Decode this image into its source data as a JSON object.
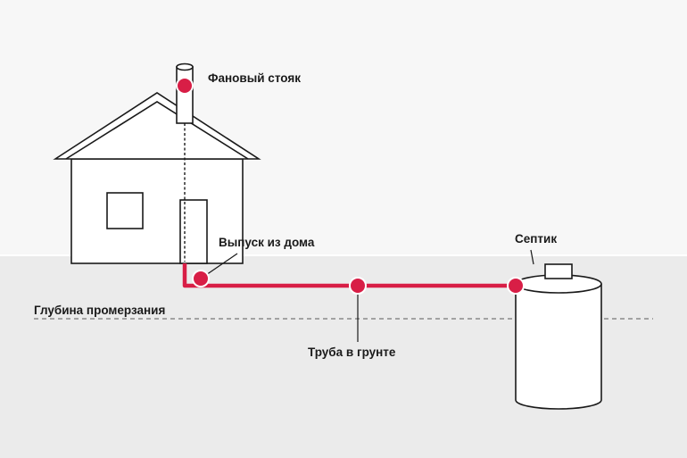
{
  "labels": {
    "vent_stack": "Фановый стояк",
    "house_outlet": "Выпуск из дома",
    "septic": "Септик",
    "freeze_depth": "Глубина промерзания",
    "ground_pipe": "Труба в грунте"
  },
  "colors": {
    "sky": "#f7f7f7",
    "ground": "#ebebeb",
    "outline": "#1a1a1a",
    "pipe": "#d81e46",
    "freeze_line": "#777777"
  },
  "icons": {
    "marker": "circle-marker-icon"
  }
}
